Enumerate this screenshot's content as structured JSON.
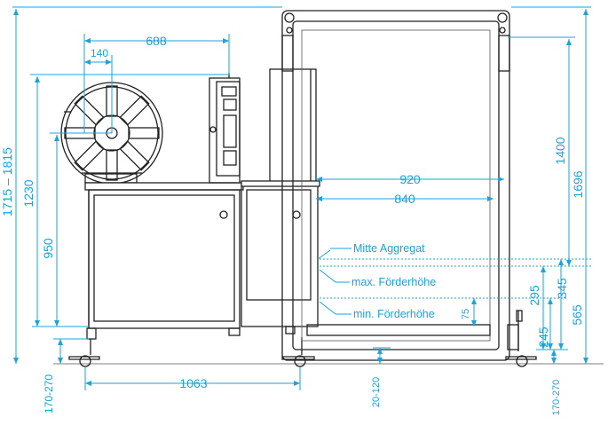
{
  "dimensions": {
    "top_688": "688",
    "top_140": "140",
    "left_1715_1815": "1715 – 1815",
    "left_1230": "1230",
    "left_950": "950",
    "mid_920": "920",
    "mid_840": "840",
    "right_1400": "1400",
    "right_1696": "1696",
    "right_565": "565",
    "right_345": "345",
    "right_295": "295",
    "right_245": "245",
    "small_75": "75",
    "bottom_1063": "1063",
    "bottom_170_270_left": "170-270",
    "bottom_20_120": "20-120",
    "bottom_170_270_right": "170-270"
  },
  "labels": {
    "mitte_aggregat": "Mitte Aggregat",
    "max_foerderhoehe": "max. Förderhöhe",
    "min_foerderhoehe": "min. Förderhöhe"
  }
}
